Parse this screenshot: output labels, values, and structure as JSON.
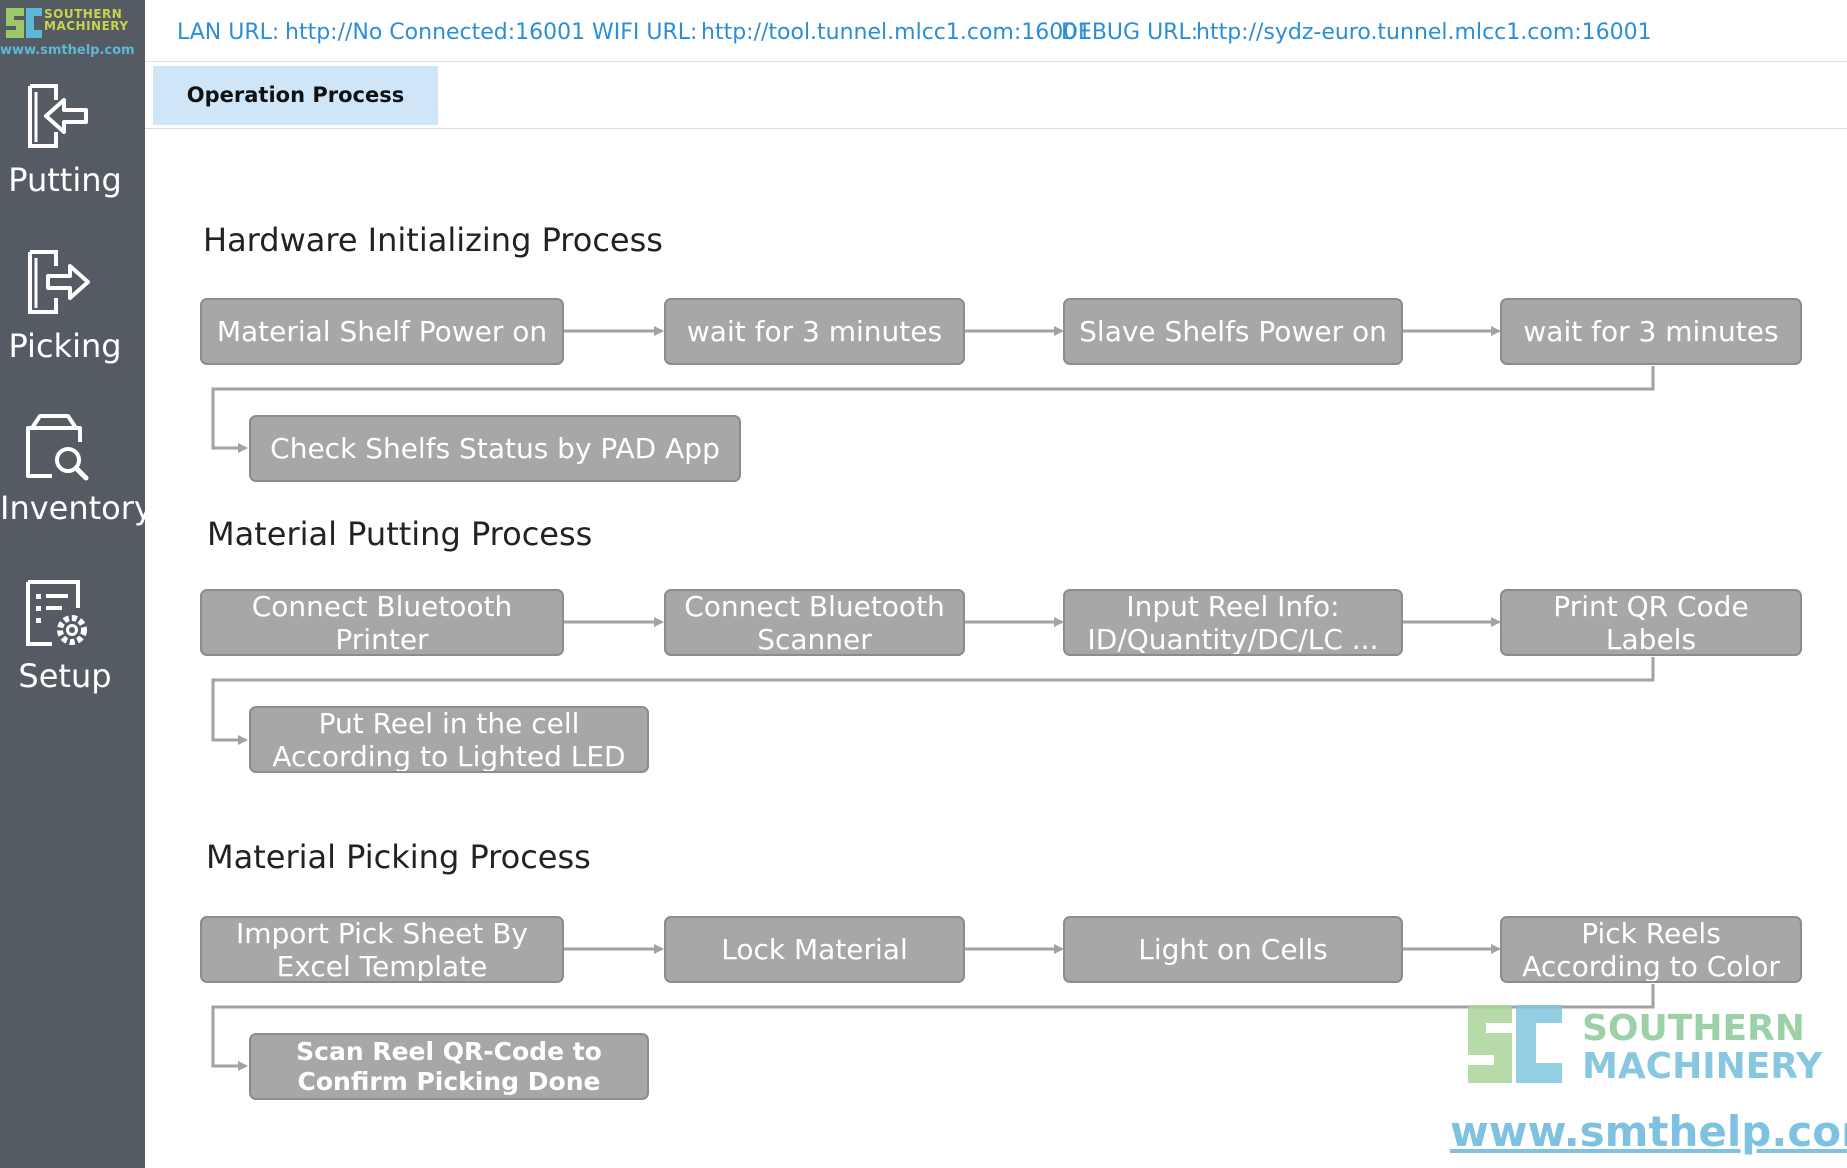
{
  "logo": {
    "line1": "SOUTHERN",
    "line2": "MACHINERY",
    "url": "www.smthelp.com"
  },
  "sidebar": {
    "items": [
      {
        "label": "Putting",
        "icon": "putting-icon"
      },
      {
        "label": "Picking",
        "icon": "picking-icon"
      },
      {
        "label": "Inventory",
        "icon": "inventory-icon"
      },
      {
        "label": "Setup",
        "icon": "setup-icon"
      }
    ]
  },
  "header": {
    "lan_label": "LAN URL:",
    "lan_value": "http://No Connected:16001",
    "wifi_label": "WIFI URL:",
    "wifi_value": "http://tool.tunnel.mlcc1.com:16001",
    "debug_label": "DEBUG URL:",
    "debug_value": "http://sydz-euro.tunnel.mlcc1.com:16001"
  },
  "tabs": [
    {
      "label": "Operation Process",
      "active": true
    }
  ],
  "sections": {
    "hardware": {
      "title": "Hardware Initializing Process",
      "steps": [
        "Material Shelf Power on",
        "wait for 3 minutes",
        "Slave Shelfs Power on",
        "wait for 3 minutes",
        "Check Shelfs Status by PAD App"
      ]
    },
    "putting": {
      "title": "Material Putting Process",
      "steps": [
        {
          "l1": "Connect Bluetooth",
          "l2": "Printer"
        },
        {
          "l1": "Connect Bluetooth",
          "l2": "Scanner"
        },
        {
          "l1": "Input Reel Info:",
          "l2": "ID/Quantity/DC/LC ..."
        },
        {
          "l1": "Print QR Code",
          "l2": "Labels"
        },
        {
          "l1": "Put Reel in the cell",
          "l2": "According to Lighted LED"
        }
      ]
    },
    "picking": {
      "title": "Material Picking Process",
      "steps": [
        {
          "l1": "Import Pick Sheet By",
          "l2": "Excel Template"
        },
        {
          "l1": "Lock Material",
          "l2": ""
        },
        {
          "l1": "Light on Cells",
          "l2": ""
        },
        {
          "l1": "Pick Reels",
          "l2": "According to Color"
        },
        {
          "l1": "Scan Reel QR-Code to",
          "l2": "Confirm Picking Done"
        }
      ]
    }
  },
  "watermark": {
    "line1": "SOUTHERN",
    "line2": "MACHINERY",
    "url": "www.smthelp.com"
  },
  "colors": {
    "sidebar_bg": "#555b63",
    "step_bg": "#a7a7a7",
    "url_text": "#2a8fd6",
    "tab_active_bg": "#cfe6f9"
  }
}
